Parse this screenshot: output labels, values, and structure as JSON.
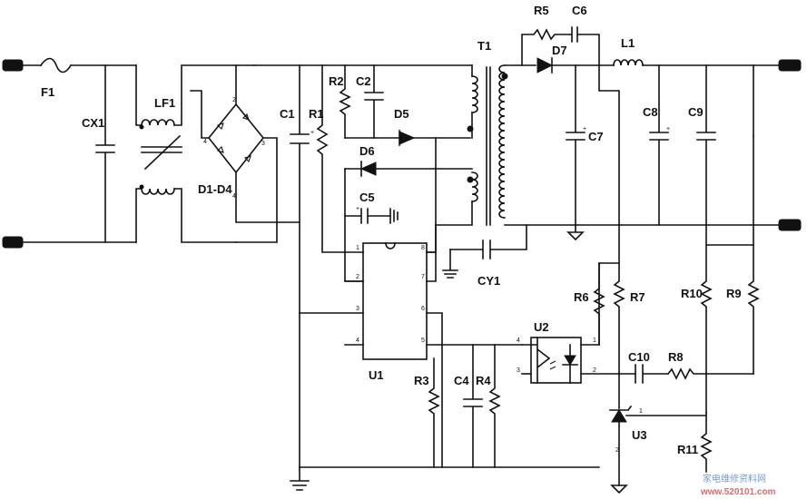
{
  "components": {
    "F1": "F1",
    "CX1": "CX1",
    "LF1": "LF1",
    "D1_D4": "D1-D4",
    "C1": "C1",
    "R1": "R1",
    "R2": "R2",
    "C2": "C2",
    "D5": "D5",
    "D6": "D6",
    "C5": "C5",
    "T1": "T1",
    "R5": "R5",
    "C6": "C6",
    "D7": "D7",
    "L1": "L1",
    "C7": "C7",
    "C8": "C8",
    "C9": "C9",
    "CY1": "CY1",
    "U1": "U1",
    "R3": "R3",
    "C4": "C4",
    "R4": "R4",
    "U2": "U2",
    "R6": "R6",
    "R7": "R7",
    "C10": "C10",
    "R8": "R8",
    "R10": "R10",
    "R9": "R9",
    "U3": "U3",
    "R11": "R11"
  },
  "watermark": {
    "line1": "家电维修资料网",
    "line2": "www.520101.com"
  }
}
